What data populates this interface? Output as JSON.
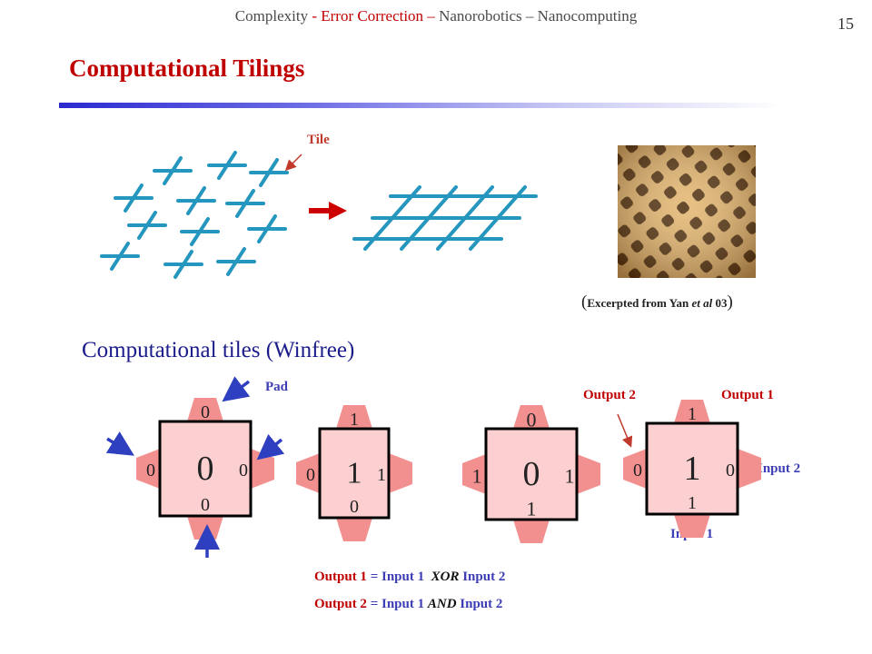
{
  "header": {
    "item1": "Complexity",
    "item2": "- Error Correction –",
    "item3": "Nanorobotics – Nanocomputing"
  },
  "page_number": "15",
  "title": "Computational Tilings",
  "tile_label": "Tile",
  "caption": {
    "open": "(",
    "text": "Excerpted from Yan ",
    "etal": "et al",
    "year": " 03",
    "close": ")"
  },
  "subheading": "Computational tiles  (Winfree)",
  "pad_label": "Pad",
  "labels": {
    "output2": "Output 2",
    "output1": "Output 1",
    "input2": "Input 2",
    "input1": "Input 1"
  },
  "tiles": [
    {
      "center": "0",
      "top": "0",
      "bottom": "0",
      "left": "0",
      "right": "0"
    },
    {
      "center": "1",
      "top": "1",
      "bottom": "0",
      "left": "0",
      "right": "1"
    },
    {
      "center": "0",
      "top": "0",
      "bottom": "1",
      "left": "1",
      "right": "1"
    },
    {
      "center": "1",
      "top": "1",
      "bottom": "1",
      "left": "0",
      "right": "0"
    }
  ],
  "equations": [
    {
      "out": "Output 1",
      "eq": " = ",
      "in1": "Input 1",
      "op": "XOR",
      "in2": "Input 2"
    },
    {
      "out": "Output 2",
      "eq": " = ",
      "in1": "Input 1",
      "op": "AND",
      "in2": "Input 2"
    }
  ],
  "colors": {
    "accent_red": "#c00000",
    "label_blue": "#3d3db5",
    "tile_line": "#2596be",
    "tile_fill": "#fcd0d0",
    "pad_fill": "#f29090",
    "arrow_blue": "#2e3fbf"
  }
}
